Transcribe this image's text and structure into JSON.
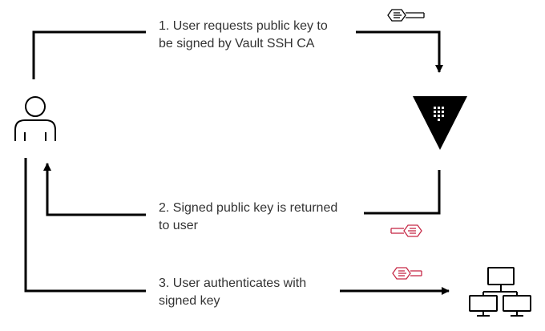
{
  "steps": [
    {
      "number": "1.",
      "lines": [
        "1. User requests public key to",
        "be signed by Vault SSH CA"
      ]
    },
    {
      "number": "2.",
      "lines": [
        "2. Signed public key is returned",
        "to user"
      ]
    },
    {
      "number": "3.",
      "lines": [
        "3. User authenticates with",
        "signed key"
      ]
    }
  ],
  "nodes": {
    "user": {
      "icon": "user-icon"
    },
    "vault": {
      "icon": "vault-triangle-icon"
    },
    "hosts": {
      "icon": "server-network-icon"
    }
  },
  "keys": {
    "public_key": {
      "icon": "key-icon",
      "color": "#000000"
    },
    "signed_key_returned": {
      "icon": "key-icon",
      "color": "#c62a47"
    },
    "signed_key_auth": {
      "icon": "key-icon",
      "color": "#c62a47"
    }
  },
  "colors": {
    "line": "#000000",
    "text": "#333333",
    "signed_key": "#c62a47"
  }
}
